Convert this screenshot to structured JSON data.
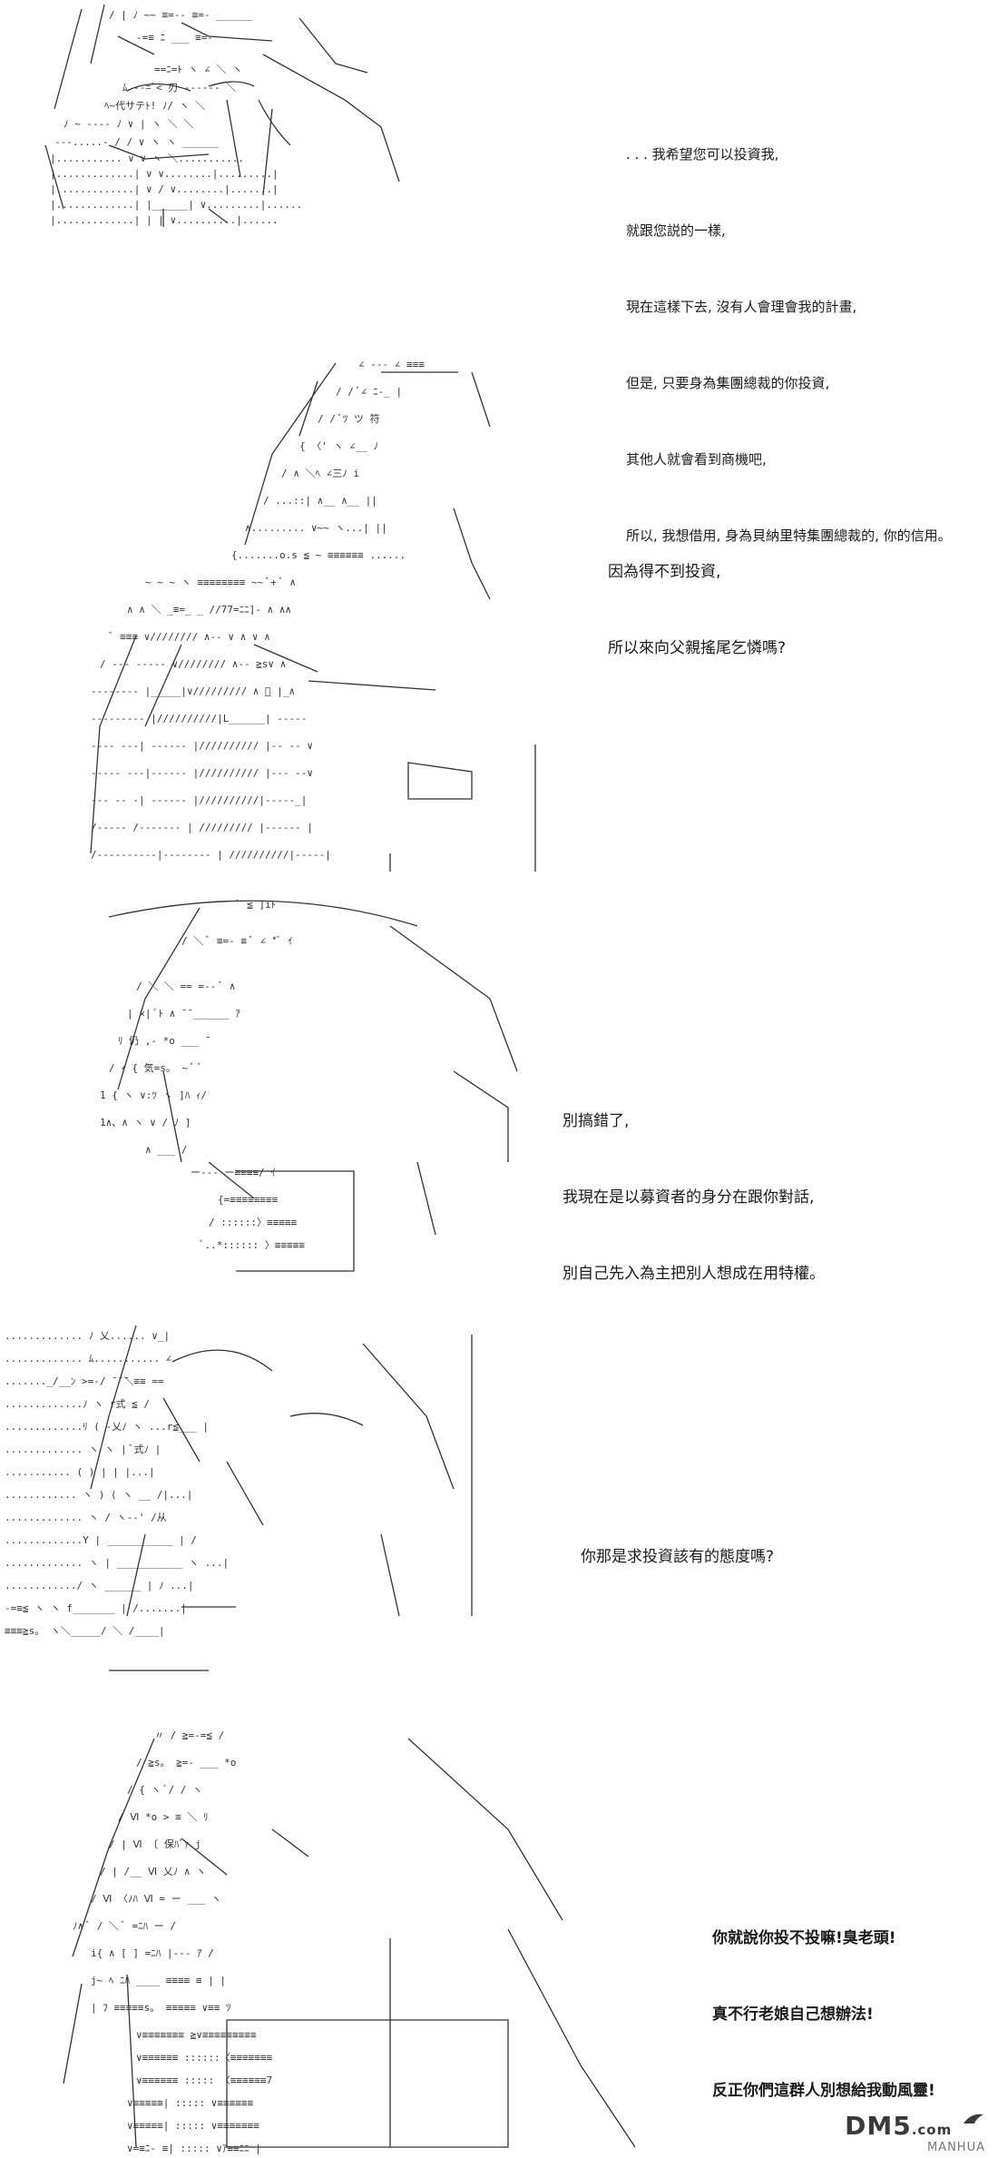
{
  "panels": [
    {
      "id": "panel-1",
      "dialog": [
        ". . . 我希望您可以投資我,",
        "就跟您説的一樣,",
        "現在這樣下去, 沒有人會理會我的計畫,",
        "但是, 只要身為集團總裁的你投資,",
        "其他人就會看到商機吧,",
        "所以, 我想借用, 身為貝納里特集團總裁的, 你的信用。"
      ]
    },
    {
      "id": "panel-2",
      "dialog": [
        "因為得不到投資,",
        "所以來向父親搖尾乞憐嗎?"
      ]
    },
    {
      "id": "panel-3",
      "dialog": [
        "別搞錯了,",
        "我現在是以募資者的身分在跟你對話,",
        "別自己先入為主把別人想成在用特權。"
      ]
    },
    {
      "id": "panel-4",
      "dialog": [
        "你那是求投資該有的態度嗎?"
      ]
    },
    {
      "id": "panel-5",
      "dialog": [
        "你就說你投不投嘛!臭老頭!",
        "真不行老娘自己想辦法!",
        "反正你們這群人別想給我動風靈!"
      ]
    }
  ],
  "art_glyphs": {
    "p1": [
      "/ | ﾉ ~~ ≡=--",
      "ﾉ ~~ ___ ≡=- ",
      "l ∧ ≡=-,∠ -- ＼",
      "ﾑ -=ﾞ< 刃 --=ﾆ",
      "ﾍ~代サテﾄ! ﾉ/ ヽ ＼",
      "/ --- ̄ / ∨ ＼ ＼",
      "|ノ ∨ / ′ ヽ ヽ"
    ],
    "p2": [
      "∠ -- ∠ ≡≡",
      "/ / ﾞ∠ ﾆ-_",
      "{ 〈'ﾂ ツ 符",
      "∧ ﾍ ∠ 三 ｲ",
      "≡≡≡≡≡ //77",
      "∨//////// ∧ ≧s ∨",
      "|//////// |L__|"
    ],
    "p3": [
      "' ≦ ]i ﾄ",
      "/ ＼ =-- ≡ ﾞ",
      "| ×| ﾞﾄ ∧ ̄",
      "ﾘ 仍 ,- ~~ *o",
      "{ 気=s。 ~ ﾞ",
      "∧ 〉 | ﾉ",
      "=≡≡≡≡ ≡≡≡≡"
    ],
    "p4": [
      "乂 ≦ ∨_|",
      "ﾑ ∠ ≡ ",
      "r式 ヽ ≦",
      "-乂ﾉ 式",
      "( ヽ 从",
      "/ ヽ |",
      "≡≡≡≧s。"
    ],
    "p5": [
      "〃 / ≧=-=≦",
      "≧s。 ≧=- *o",
      "Ⅵ 〔 保ﾊﾞｧ j",
      "Ⅵ 乂ﾉ ∧",
      "〈ﾉ ﾊ ﾆﾆ ﾊ",
      "∨≡≡≡≡≡≡ ≧∨≡",
      "∨≡≡≡≡ |≡≡≡7"
    ]
  },
  "watermark": {
    "brand": "DM5",
    "suffix": ".com",
    "sub": "MANHUA"
  }
}
